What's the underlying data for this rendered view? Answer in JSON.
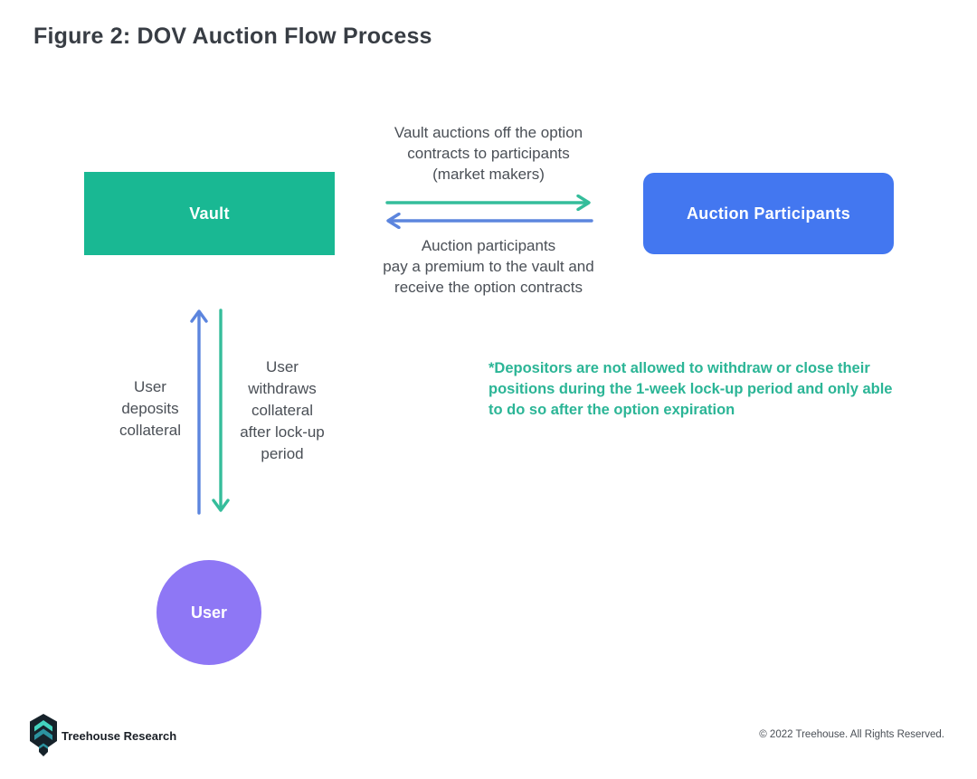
{
  "title": "Figure 2: DOV Auction Flow Process",
  "diagram": {
    "vault_label": "Vault",
    "participants_label": "Auction Participants",
    "user_label": "User",
    "top_arrow_caption": "Vault auctions off the option\ncontracts to participants\n(market makers)",
    "bottom_arrow_caption": "Auction participants\npay a premium to the vault and\nreceive the option contracts",
    "deposit_caption": "User\ndeposits\ncollateral",
    "withdraw_caption": "User\nwithdraws\ncollateral\nafter lock-up\nperiod",
    "note": "*Depositors are not allowed to withdraw or close their\npositions during the 1-week lock-up period and only able\nto do so after the option expiration"
  },
  "footer": {
    "brand": "Treehouse Research",
    "copyright": "© 2022 Treehouse. All Rights Reserved."
  },
  "colors": {
    "vault_green": "#19b893",
    "participants_blue": "#4377f0",
    "user_purple": "#8e77f5",
    "arrow_green": "#35bd9b",
    "arrow_blue": "#5c85de",
    "note_green": "#2bb596",
    "text_dark": "#4a4f56",
    "title_dark": "#383d44"
  }
}
